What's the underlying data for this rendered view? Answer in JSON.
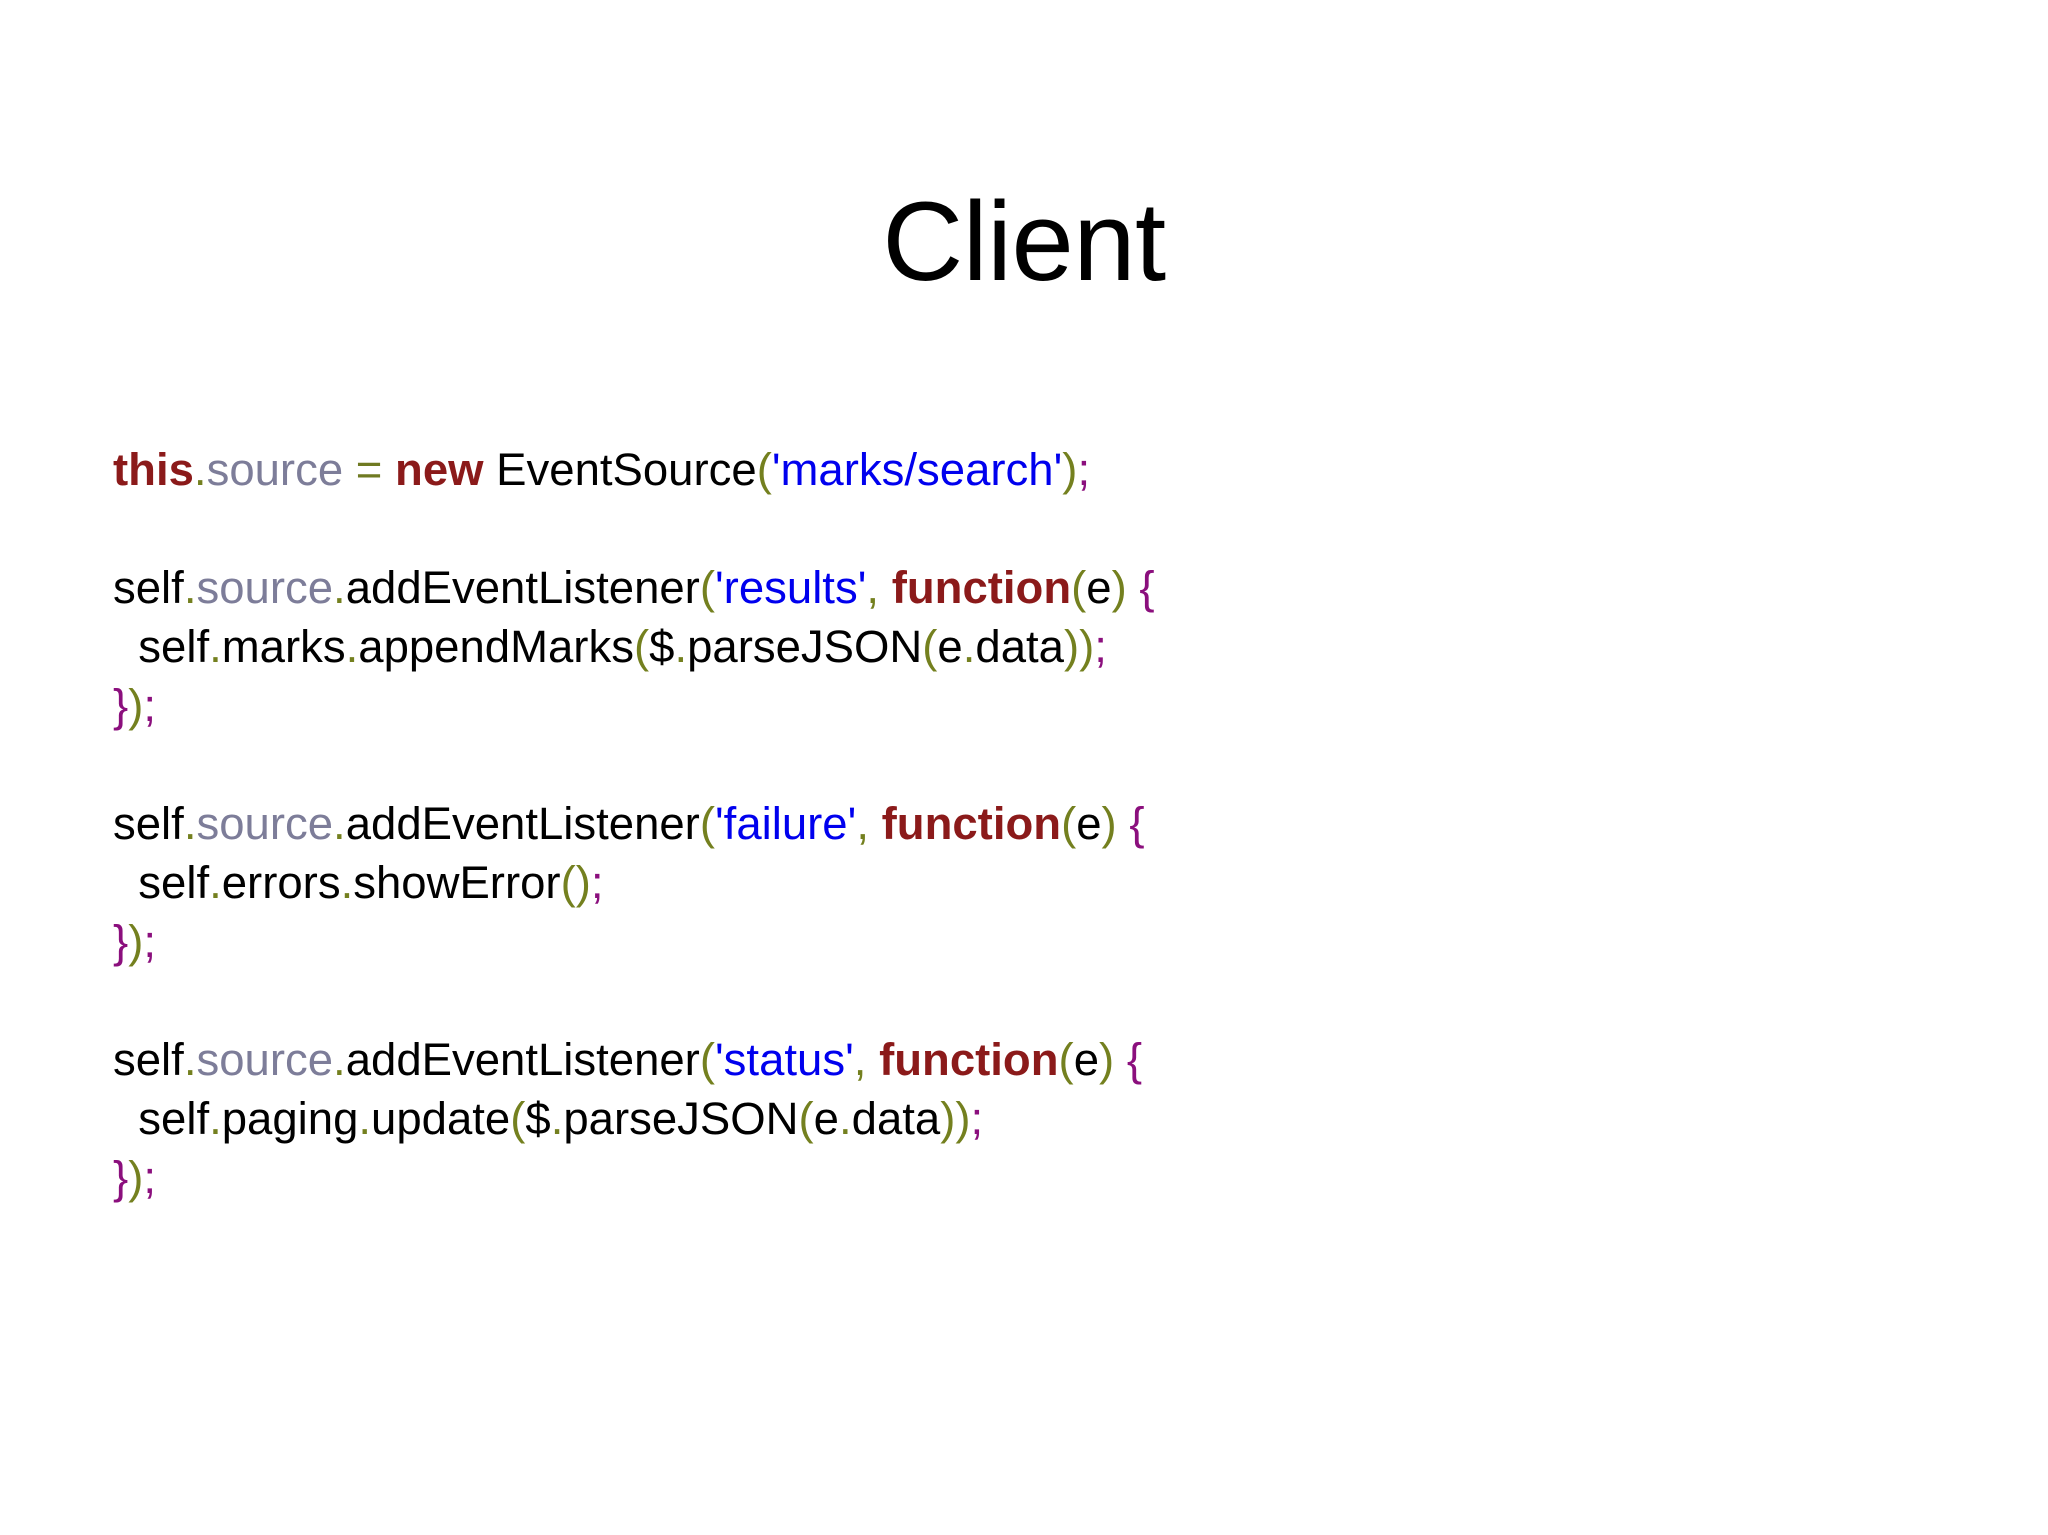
{
  "slide": {
    "title": "Client",
    "background_color": "#ffffff"
  },
  "palette": {
    "keyword": "#8b1a1a",
    "property": "#7d7d99",
    "operator": "#6f7a22",
    "punctuation": "#74801f",
    "string": "#0000ee",
    "brace": "#8b0f7d",
    "semicolon": "#8b0f7d",
    "plain": "#000000",
    "title": "#000000"
  },
  "code": {
    "language": "javascript",
    "lines": [
      {
        "id": "line-1",
        "tokens": [
          {
            "t": "this",
            "c": "kw"
          },
          {
            "t": ".",
            "c": "punct"
          },
          {
            "t": "source",
            "c": "prop"
          },
          {
            "t": " ",
            "c": "plain"
          },
          {
            "t": "=",
            "c": "op"
          },
          {
            "t": " ",
            "c": "plain"
          },
          {
            "t": "new",
            "c": "kw"
          },
          {
            "t": " EventSource",
            "c": "plain"
          },
          {
            "t": "(",
            "c": "punct"
          },
          {
            "t": "'marks/search'",
            "c": "str"
          },
          {
            "t": ")",
            "c": "punct"
          },
          {
            "t": ";",
            "c": "semi"
          }
        ]
      },
      {
        "id": "line-2",
        "tokens": []
      },
      {
        "id": "line-3",
        "tokens": [
          {
            "t": "self",
            "c": "plain"
          },
          {
            "t": ".",
            "c": "punct"
          },
          {
            "t": "source",
            "c": "prop"
          },
          {
            "t": ".",
            "c": "punct"
          },
          {
            "t": "addEventListener",
            "c": "plain"
          },
          {
            "t": "(",
            "c": "punct"
          },
          {
            "t": "'results'",
            "c": "str"
          },
          {
            "t": ",",
            "c": "punct"
          },
          {
            "t": " ",
            "c": "plain"
          },
          {
            "t": "function",
            "c": "kw"
          },
          {
            "t": "(",
            "c": "punct"
          },
          {
            "t": "e",
            "c": "plain"
          },
          {
            "t": ")",
            "c": "punct"
          },
          {
            "t": " ",
            "c": "plain"
          },
          {
            "t": "{",
            "c": "brace"
          }
        ]
      },
      {
        "id": "line-4",
        "tokens": [
          {
            "t": "  self",
            "c": "plain"
          },
          {
            "t": ".",
            "c": "punct"
          },
          {
            "t": "marks",
            "c": "plain"
          },
          {
            "t": ".",
            "c": "punct"
          },
          {
            "t": "appendMarks",
            "c": "plain"
          },
          {
            "t": "(",
            "c": "punct"
          },
          {
            "t": "$",
            "c": "plain"
          },
          {
            "t": ".",
            "c": "punct"
          },
          {
            "t": "parseJSON",
            "c": "plain"
          },
          {
            "t": "(",
            "c": "punct"
          },
          {
            "t": "e",
            "c": "plain"
          },
          {
            "t": ".",
            "c": "punct"
          },
          {
            "t": "data",
            "c": "plain"
          },
          {
            "t": ")",
            "c": "punct"
          },
          {
            "t": ")",
            "c": "punct"
          },
          {
            "t": ";",
            "c": "semi"
          }
        ]
      },
      {
        "id": "line-5",
        "tokens": [
          {
            "t": "}",
            "c": "brace"
          },
          {
            "t": ")",
            "c": "punct"
          },
          {
            "t": ";",
            "c": "semi"
          }
        ]
      },
      {
        "id": "line-6",
        "tokens": []
      },
      {
        "id": "line-7",
        "tokens": [
          {
            "t": "self",
            "c": "plain"
          },
          {
            "t": ".",
            "c": "punct"
          },
          {
            "t": "source",
            "c": "prop"
          },
          {
            "t": ".",
            "c": "punct"
          },
          {
            "t": "addEventListener",
            "c": "plain"
          },
          {
            "t": "(",
            "c": "punct"
          },
          {
            "t": "'failure'",
            "c": "str"
          },
          {
            "t": ",",
            "c": "punct"
          },
          {
            "t": " ",
            "c": "plain"
          },
          {
            "t": "function",
            "c": "kw"
          },
          {
            "t": "(",
            "c": "punct"
          },
          {
            "t": "e",
            "c": "plain"
          },
          {
            "t": ")",
            "c": "punct"
          },
          {
            "t": " ",
            "c": "plain"
          },
          {
            "t": "{",
            "c": "brace"
          }
        ]
      },
      {
        "id": "line-8",
        "tokens": [
          {
            "t": "  self",
            "c": "plain"
          },
          {
            "t": ".",
            "c": "punct"
          },
          {
            "t": "errors",
            "c": "plain"
          },
          {
            "t": ".",
            "c": "punct"
          },
          {
            "t": "showError",
            "c": "plain"
          },
          {
            "t": "(",
            "c": "punct"
          },
          {
            "t": ")",
            "c": "punct"
          },
          {
            "t": ";",
            "c": "semi"
          }
        ]
      },
      {
        "id": "line-9",
        "tokens": [
          {
            "t": "}",
            "c": "brace"
          },
          {
            "t": ")",
            "c": "punct"
          },
          {
            "t": ";",
            "c": "semi"
          }
        ]
      },
      {
        "id": "line-10",
        "tokens": []
      },
      {
        "id": "line-11",
        "tokens": [
          {
            "t": "self",
            "c": "plain"
          },
          {
            "t": ".",
            "c": "punct"
          },
          {
            "t": "source",
            "c": "prop"
          },
          {
            "t": ".",
            "c": "punct"
          },
          {
            "t": "addEventListener",
            "c": "plain"
          },
          {
            "t": "(",
            "c": "punct"
          },
          {
            "t": "'status'",
            "c": "str"
          },
          {
            "t": ",",
            "c": "punct"
          },
          {
            "t": " ",
            "c": "plain"
          },
          {
            "t": "function",
            "c": "kw"
          },
          {
            "t": "(",
            "c": "punct"
          },
          {
            "t": "e",
            "c": "plain"
          },
          {
            "t": ")",
            "c": "punct"
          },
          {
            "t": " ",
            "c": "plain"
          },
          {
            "t": "{",
            "c": "brace"
          }
        ]
      },
      {
        "id": "line-12",
        "tokens": [
          {
            "t": "  self",
            "c": "plain"
          },
          {
            "t": ".",
            "c": "punct"
          },
          {
            "t": "paging",
            "c": "plain"
          },
          {
            "t": ".",
            "c": "punct"
          },
          {
            "t": "update",
            "c": "plain"
          },
          {
            "t": "(",
            "c": "punct"
          },
          {
            "t": "$",
            "c": "plain"
          },
          {
            "t": ".",
            "c": "punct"
          },
          {
            "t": "parseJSON",
            "c": "plain"
          },
          {
            "t": "(",
            "c": "punct"
          },
          {
            "t": "e",
            "c": "plain"
          },
          {
            "t": ".",
            "c": "punct"
          },
          {
            "t": "data",
            "c": "plain"
          },
          {
            "t": ")",
            "c": "punct"
          },
          {
            "t": ")",
            "c": "punct"
          },
          {
            "t": ";",
            "c": "semi"
          }
        ]
      },
      {
        "id": "line-13",
        "tokens": [
          {
            "t": "}",
            "c": "brace"
          },
          {
            "t": ")",
            "c": "punct"
          },
          {
            "t": ";",
            "c": "semi"
          }
        ]
      }
    ]
  }
}
